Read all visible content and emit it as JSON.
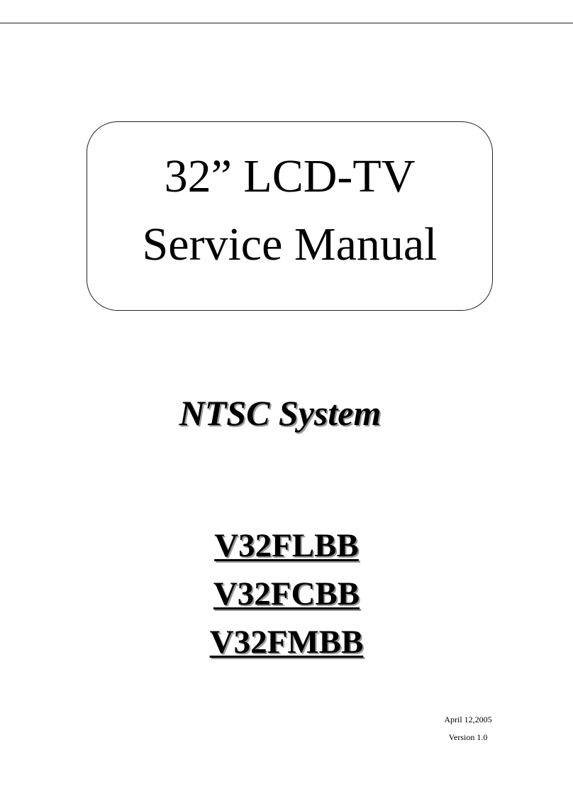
{
  "document": {
    "title_line_1": "32” LCD-TV",
    "title_line_2": "Service Manual",
    "system": "NTSC System",
    "models": [
      "V32FLBB",
      "V32FCBB",
      "V32FMBB"
    ],
    "date": "April 12,2005",
    "version": "Version 1.0"
  }
}
